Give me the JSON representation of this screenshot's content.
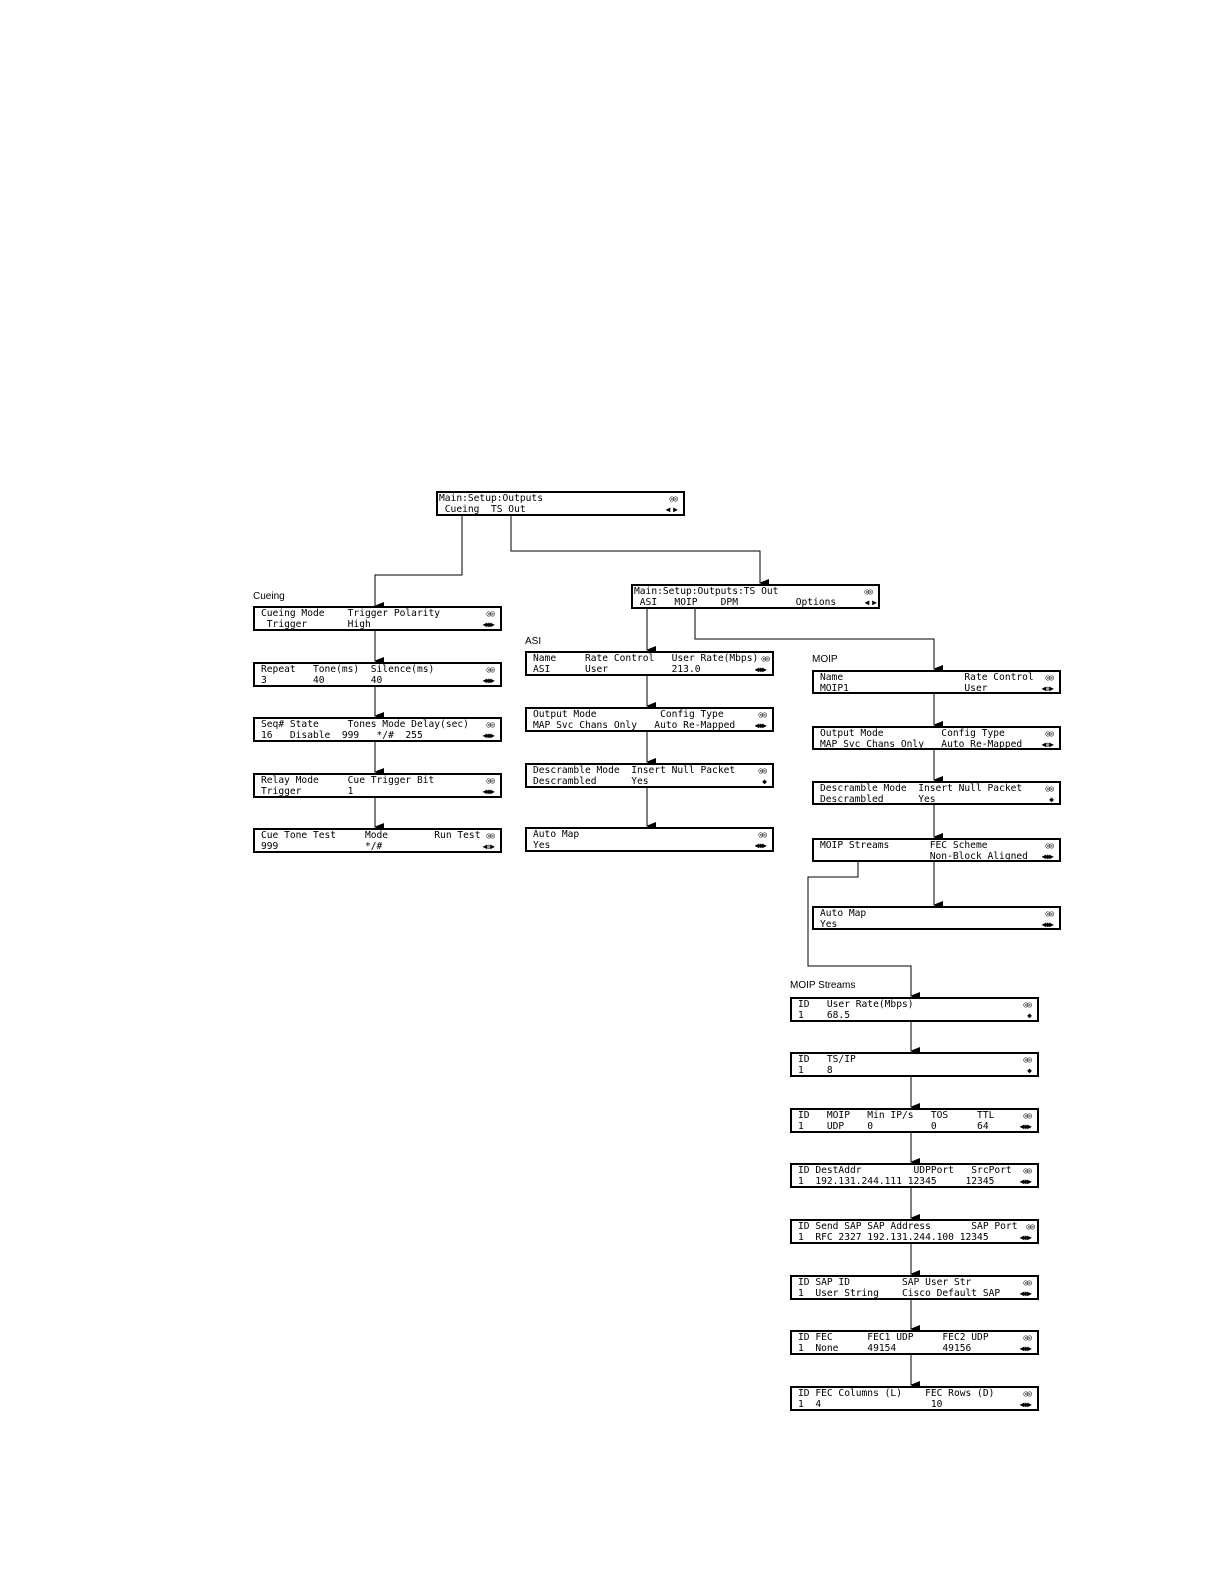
{
  "labels": {
    "cueing": "Cueing",
    "asi": "ASI",
    "moip": "MOIP",
    "moip_streams": "MOIP Streams"
  },
  "icons": {
    "buttons": "◎◎",
    "left_right": "◀ ▶",
    "left_updown_right": "◀◆▶",
    "left_ud_right": "◀⇕▶",
    "down": "◆"
  },
  "screens": {
    "root": {
      "l1": "Main:Setup:Outputs",
      "l2": " Cueing  TS Out"
    },
    "ts_out": {
      "l1": "Main:Setup:Outputs:TS Out",
      "l2": " ASI   MOIP    DPM          Options"
    },
    "cue1": {
      "l1": "Cueing Mode    Trigger Polarity",
      "l2": " Trigger       High"
    },
    "cue2": {
      "l1": "Repeat   Tone(ms)  Silence(ms)",
      "l2": "3        40        40"
    },
    "cue3": {
      "l1": "Seq# State     Tones Mode Delay(sec)",
      "l2": "16   Disable  999   */#  255"
    },
    "cue4": {
      "l1": "Relay Mode     Cue Trigger Bit",
      "l2": "Trigger        1"
    },
    "cue5": {
      "l1": "Cue Tone Test     Mode        Run Test",
      "l2": "999               */#"
    },
    "asi1": {
      "l1": "Name     Rate Control   User Rate(Mbps)",
      "l2": "ASI      User           213.0"
    },
    "asi2": {
      "l1": "Output Mode           Config Type",
      "l2": "MAP Svc Chans Only   Auto Re-Mapped"
    },
    "asi3": {
      "l1": "Descramble Mode  Insert Null Packet",
      "l2": "Descrambled      Yes"
    },
    "asi4": {
      "l1": "Auto Map",
      "l2": "Yes"
    },
    "moip1": {
      "l1": "Name                     Rate Control",
      "l2": "MOIP1                    User"
    },
    "moip2": {
      "l1": "Output Mode          Config Type",
      "l2": "MAP Svc Chans Only   Auto Re-Mapped"
    },
    "moip3": {
      "l1": "Descramble Mode  Insert Null Packet",
      "l2": "Descrambled      Yes"
    },
    "moip4": {
      "l1": "MOIP Streams       FEC Scheme",
      "l2": "                   Non-Block Aligned"
    },
    "moip5": {
      "l1": "Auto Map",
      "l2": "Yes"
    },
    "st1": {
      "l1": "ID   User Rate(Mbps)",
      "l2": "1    68.5"
    },
    "st2": {
      "l1": "ID   TS/IP",
      "l2": "1    8"
    },
    "st3": {
      "l1": "ID   MOIP   Min IP/s   TOS     TTL",
      "l2": "1    UDP    0          0       64"
    },
    "st4": {
      "l1": "ID DestAddr         UDPPort   SrcPort",
      "l2": "1  192.131.244.111 12345     12345"
    },
    "st5": {
      "l1": "ID Send SAP SAP Address       SAP Port",
      "l2": "1  RFC 2327 192.131.244.100 12345"
    },
    "st6": {
      "l1": "ID SAP ID         SAP User Str",
      "l2": "1  User String    Cisco Default SAP"
    },
    "st7": {
      "l1": "ID FEC      FEC1 UDP     FEC2 UDP",
      "l2": "1  None     49154        49156"
    },
    "st8": {
      "l1": "ID FEC Columns (L)    FEC Rows (D)",
      "l2": "1  4                   10"
    }
  }
}
